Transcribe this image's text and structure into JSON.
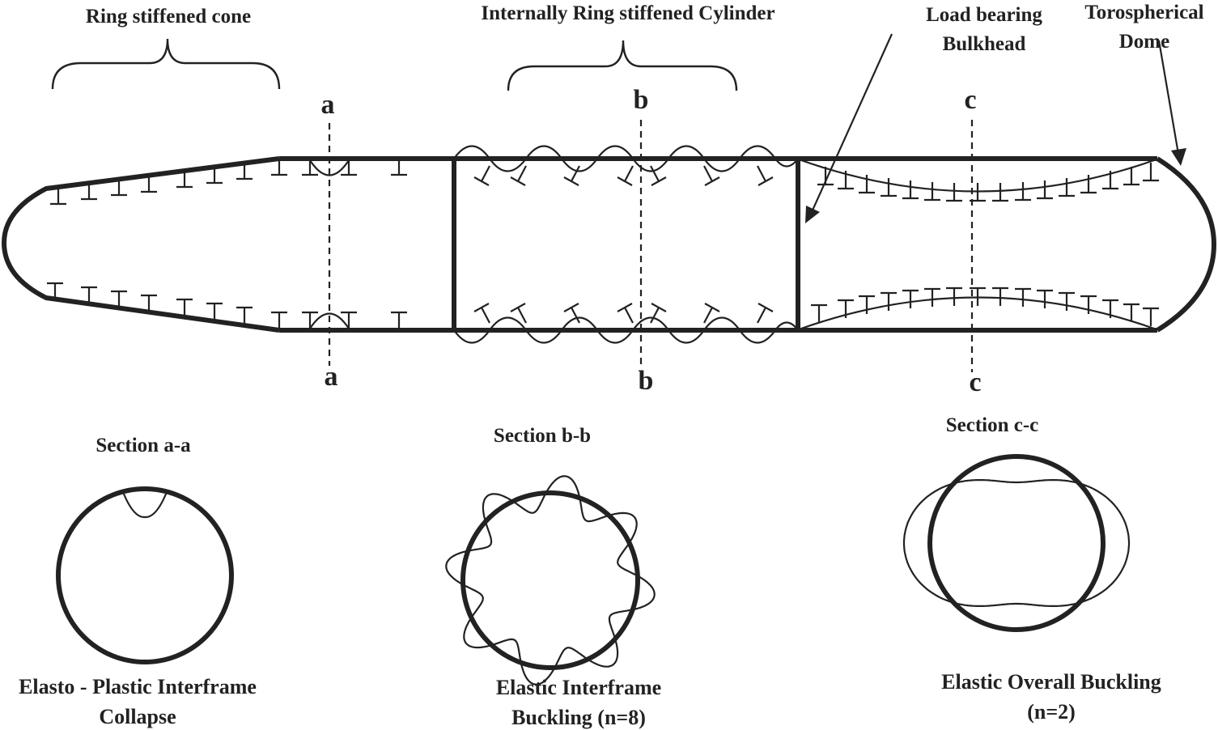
{
  "labels": {
    "ring_stiffened_cone": "Ring stiffened cone",
    "internally_ring_stiffened_cylinder": "Internally Ring stiffened Cylinder",
    "load_bearing_bulkhead_line1": "Load bearing",
    "load_bearing_bulkhead_line2": "Bulkhead",
    "torospherical_dome_line1": "Torospherical",
    "torospherical_dome_line2": "Dome"
  },
  "section_marks": {
    "a": "a",
    "b": "b",
    "c": "c"
  },
  "sections": {
    "a_title": "Section a-a",
    "b_title": "Section b-b",
    "c_title": "Section c-c"
  },
  "captions": {
    "a_line1": "Elasto - Plastic Interframe",
    "a_line2": "Collapse",
    "b_line1": "Elastic Interframe",
    "b_line2": "Buckling (n=8)",
    "c_line1": "Elastic Overall Buckling",
    "c_line2": "(n=2)"
  },
  "buckling_modes": {
    "b_lobes": 8,
    "c_lobes": 2
  }
}
